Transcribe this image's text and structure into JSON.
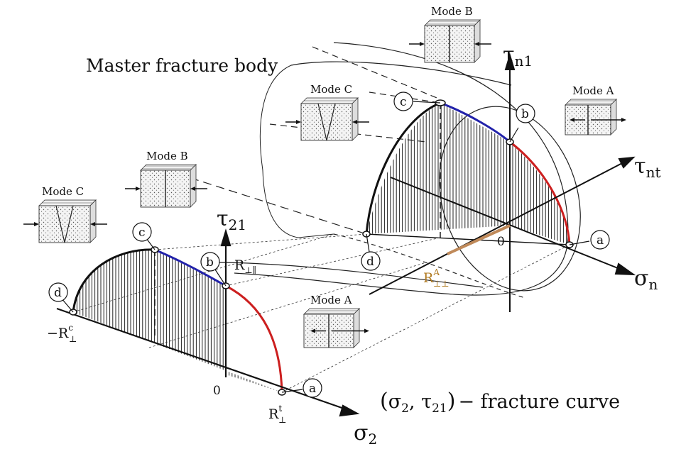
{
  "title": "Master fracture body",
  "caption": {
    "sigma": "σ",
    "sigma_sub": "2",
    "sep": ", ",
    "tau": "τ",
    "tau_sub": "21",
    "rest": "− fracture curve"
  },
  "axes_2d": {
    "tau_sym": "τ",
    "tau_sub": "21",
    "sigma_sym": "σ",
    "sigma_sub": "2",
    "origin": "0"
  },
  "axes_3d": {
    "tau_n1_sym": "τ",
    "tau_n1_sub": "n1",
    "tau_nt_sym": "τ",
    "tau_nt_sub": "nt",
    "sigma_n_sym": "σ",
    "sigma_n_sub": "n",
    "origin": "0"
  },
  "points": {
    "a": "a",
    "b": "b",
    "c": "c",
    "d": "d"
  },
  "strengths": {
    "r_perp_par": "R",
    "r_perp_par_sub": "⊥∥",
    "r_perp_c_prefix": "−R",
    "r_perp_c_sup": "c",
    "r_perp_c_sub": "⊥",
    "r_perp_t": "R",
    "r_perp_t_sup": "t",
    "r_perp_t_sub": "⊥",
    "r_a_perp_perp": "R",
    "r_a_sup": "A",
    "r_a_sub": "⊥⊥"
  },
  "modes": {
    "mode_a_left": "Mode A",
    "mode_b_left": "Mode B",
    "mode_c_left": "Mode C",
    "mode_a_right": "Mode A",
    "mode_b_right": "Mode B",
    "mode_c_right": "Mode C"
  },
  "colors": {
    "mode_a_curve": "#cc1f1f",
    "mode_b_curve": "#2222aa",
    "mode_c_curve": "#111111",
    "r_a_line": "#c08a5a",
    "r_a_text": "#b07a20"
  }
}
